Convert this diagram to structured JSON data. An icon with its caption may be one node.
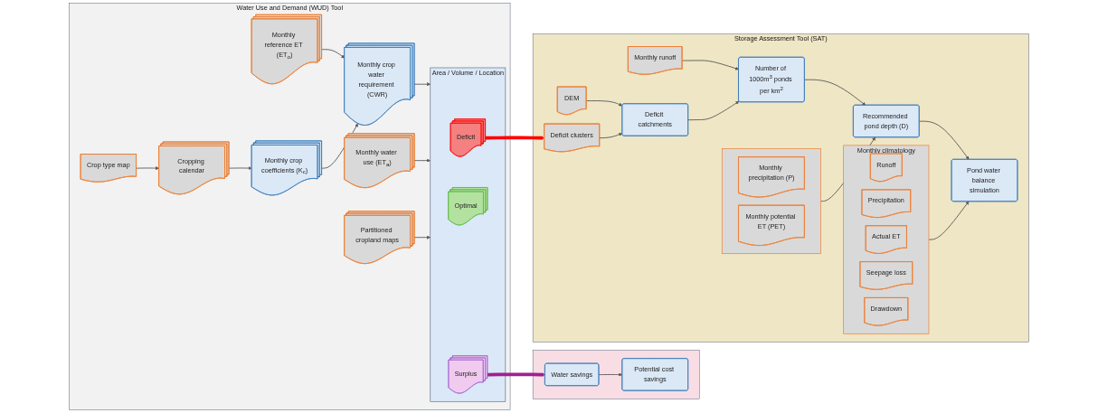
{
  "diagram": {
    "nodes": [
      {
        "text": [
          "Water Use and Demand (WUD) Tool"
        ]
      },
      {
        "text": [
          "Monthly reference ET (ET$_{o}$)"
        ],
        "in": 0
      },
      {
        "text": [
          "Partitioned cropland maps"
        ],
        "in": 0
      },
      {
        "text": [
          "Cropping calendar"
        ],
        "in": 0
      },
      {
        "text": [
          "Monthly crop coefficients (K$_{c}$)"
        ],
        "in": 0
      },
      {
        "text": [
          "Monthly crop water requirement (CWR)"
        ],
        "in": 0
      },
      {
        "text": [
          "Crop type map"
        ],
        "in": 0
      },
      {
        "text": [
          "Monthly water use (ET$_{a}$)"
        ],
        "in": 0
      },
      {
        "text": [
          "Area / Volume / Location"
        ],
        "in": 0
      },
      {
        "text": [
          "Deficit"
        ],
        "in": 8
      },
      {
        "text": [
          "Optimal"
        ],
        "in": 8
      },
      {
        "text": [
          "Surplus"
        ],
        "in": 8
      },
      {
        "text": [],
        "shape": "box"
      },
      {
        "text": [
          "Water savings"
        ],
        "in": 12
      },
      {
        "text": [
          "Potential cost savings"
        ],
        "in": 12
      },
      {
        "text": [
          "Storage Assessment Tool (SAT)"
        ]
      },
      {
        "text": [
          "DEM"
        ],
        "in": 15
      },
      {
        "text": [
          "Monthly runoff"
        ],
        "in": 15
      },
      {
        "text": [
          "Deficit catchments"
        ],
        "in": 15
      },
      {
        "text": [
          "Deficit clusters"
        ],
        "in": 15
      },
      {
        "text": [
          "Number of 1000m$^{3}$ ponds per km$^{2}$"
        ],
        "in": 15
      },
      {
        "text": [
          "Recommended pond depth (D)"
        ],
        "in": 15
      },
      {
        "text": [
          "Pond water balance simulation"
        ],
        "in": 15
      },
      {
        "text": [],
        "shape": "box",
        "in": 15
      },
      {
        "text": [
          "Monthly precipitation (P)"
        ],
        "in": 23
      },
      {
        "text": [
          "Monthly potential ET (PET)"
        ],
        "in": 23
      },
      {
        "text": [
          "Monthly climatology"
        ],
        "in": 15
      },
      {
        "text": [
          "Runoff"
        ],
        "in": 26
      },
      {
        "text": [
          "Precipitation"
        ],
        "in": 26
      },
      {
        "text": [
          "Actual ET"
        ],
        "in": 26
      },
      {
        "text": [
          "Seepage loss"
        ],
        "in": 26
      },
      {
        "text": [
          "Drawdown"
        ],
        "in": 26
      }
    ],
    "edges": [
      {
        "from": 6,
        "to": 3,
        "arrow": "to"
      },
      {
        "from": 3,
        "to": 4,
        "arrow": "to"
      },
      {
        "from": 1,
        "to": 5,
        "arrow": "to"
      },
      {
        "from": 4,
        "to": 5,
        "arrow": "to"
      },
      {
        "from": 5,
        "to": 8,
        "arrow": "to"
      },
      {
        "from": 7,
        "to": 8,
        "arrow": "to"
      },
      {
        "from": 2,
        "to": 8,
        "arrow": "to"
      },
      {
        "from": 9,
        "to": 19,
        "arrow": "to",
        "style": "thick",
        "color": "#ff0000"
      },
      {
        "from": 11,
        "to": 13,
        "arrow": "to",
        "style": "thick",
        "color": "#a0208f"
      },
      {
        "from": 13,
        "to": 14,
        "arrow": "to"
      },
      {
        "from": 16,
        "to": 18,
        "arrow": "to"
      },
      {
        "from": 19,
        "to": 18,
        "arrow": "to"
      },
      {
        "from": 17,
        "to": 20,
        "arrow": "to"
      },
      {
        "from": 18,
        "to": 20,
        "arrow": "to"
      },
      {
        "from": 20,
        "to": 21,
        "arrow": "to"
      },
      {
        "from": 23,
        "to": 21,
        "arrow": "to"
      },
      {
        "from": 21,
        "to": 22,
        "arrow": "to"
      },
      {
        "from": 26,
        "to": 22,
        "arrow": "to"
      }
    ]
  }
}
